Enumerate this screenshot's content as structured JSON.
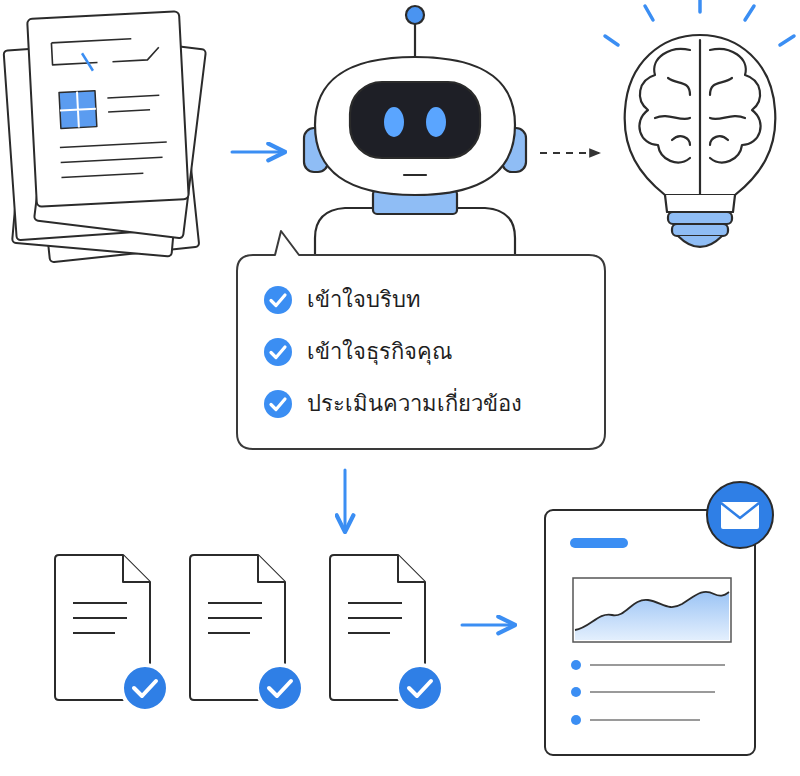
{
  "diagram": {
    "nodes": [
      {
        "text": [
          "เข้าใจบริบท",
          "เข้าใจธุรกิจคุณ",
          "ประเมินความเกี่ยวข้อง"
        ]
      }
    ]
  }
}
